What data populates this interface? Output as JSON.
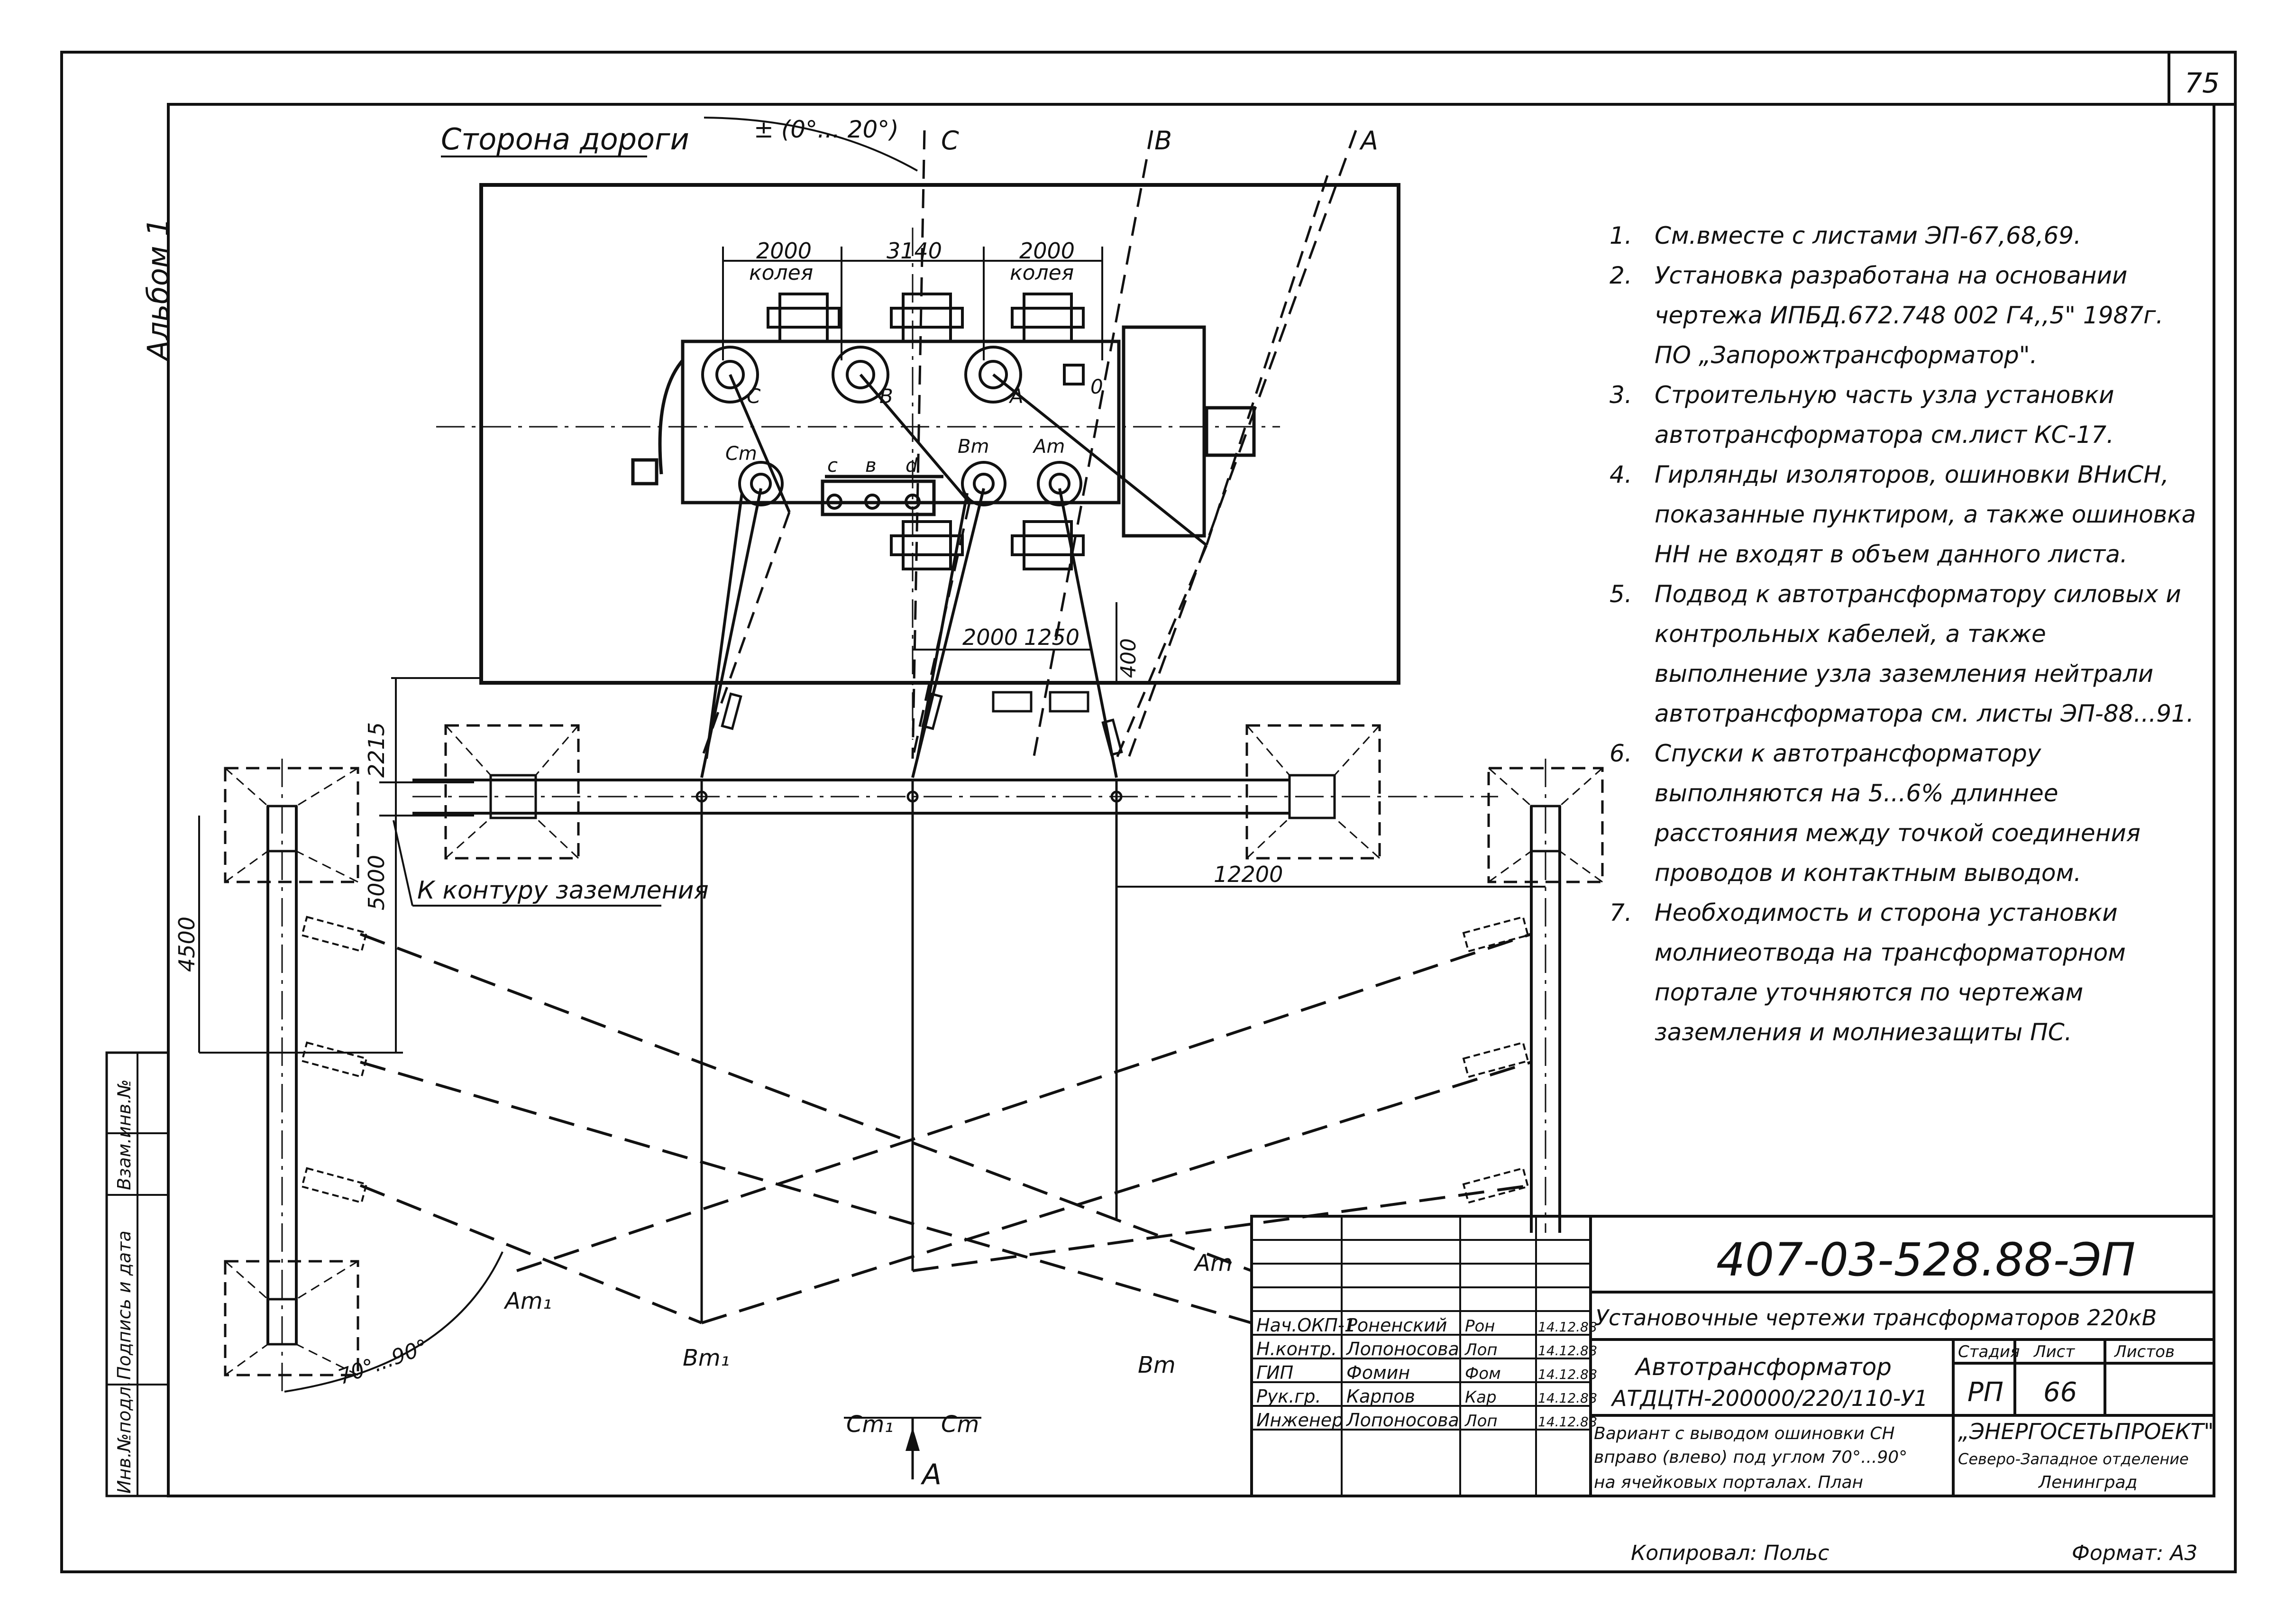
{
  "sheet": {
    "page_number": "75",
    "album_label": "Альбом 1",
    "road_side_label": "Сторона дороги",
    "angle_top": "± (0°... 20°)",
    "angle_bottom": "70°...90°",
    "ground_label": "К контуру заземления",
    "view_letter": "А",
    "copied_by": "Копировал: Польс",
    "format": "Формат: А3"
  },
  "plan": {
    "track_dims": [
      {
        "value": "2000",
        "label": "колея"
      },
      {
        "value": "3140",
        "label": ""
      },
      {
        "value": "2000",
        "label": "колея"
      }
    ],
    "dims": [
      "2000",
      "1250",
      "400",
      "2215",
      "5000",
      "4500",
      "12200"
    ],
    "phase_top": [
      "C",
      "B",
      "A"
    ],
    "bushings_hv": [
      "C",
      "B",
      "A",
      "0"
    ],
    "bushings_mv": [
      "Cm",
      "c",
      "в",
      "d",
      "Bm",
      "Am"
    ],
    "bottom_labels": [
      "Am",
      "Am₁",
      "Bm₁",
      "Bm",
      "Cm₁",
      "Cm"
    ]
  },
  "notes": [
    {
      "num": "1.",
      "text": "См.вместе с листами ЭП-67,68,69."
    },
    {
      "num": "2.",
      "text": "Установка разработана на основании чертежа ИПБД.672.748 002 Г4,,5\" 1987г. ПО „Запорожтрансформатор\"."
    },
    {
      "num": "3.",
      "text": "Строительную часть узла установки автотрансформатора см.лист КС-17."
    },
    {
      "num": "4.",
      "text": "Гирлянды изоляторов, ошиновки ВНиСН, показанные пунктиром, а также ошиновка НН не входят в объем данного листа."
    },
    {
      "num": "5.",
      "text": "Подвод к автотрансформатору силовых и контрольных кабелей, а также выполнение узла заземления нейтрали автотрансформатора см. листы ЭП-88...91."
    },
    {
      "num": "6.",
      "text": "Спуски к автотрансформатору выполняются на 5...6% длиннее расстояния между точкой соединения проводов и контактным выводом."
    },
    {
      "num": "7.",
      "text": "Необходимость и сторона установки молниеотвода на трансформаторном портале уточняются по чертежам заземления и молниезащиты ПС."
    }
  ],
  "side_stamp": [
    "Инв.№подл.",
    "Подпись и дата",
    "Взам.инв.№"
  ],
  "title_block": {
    "code": "407-03-528.88-ЭП",
    "project_title": "Установочные чертежи трансформаторов 220кВ",
    "object_name_1": "Автотрансформатор",
    "object_name_2": "АТДЦТН-200000/220/110-У1",
    "stage_header": "Стадия",
    "sheet_header": "Лист",
    "sheets_header": "Листов",
    "stage": "РП",
    "sheet": "66",
    "sheets": "",
    "description": [
      "Вариант с выводом ошиновки СН",
      "вправо (влево) под углом 70°...90°",
      "на ячейковых порталах. План"
    ],
    "org": [
      "„ЭНЕРГОСЕТЬПРОЕКТ\"",
      "Северо-Западное отделение",
      "Ленинград"
    ],
    "signatures": [
      {
        "role": "Нач.ОКП-1",
        "name": "Роненский",
        "sign": "Рон",
        "date": "14.12.88"
      },
      {
        "role": "Н.контр.",
        "name": "Лопоносова",
        "sign": "Лоп",
        "date": "14.12.88"
      },
      {
        "role": "ГИП",
        "name": "Фомин",
        "sign": "Фом",
        "date": "14.12.88"
      },
      {
        "role": "Рук.гр.",
        "name": "Карпов",
        "sign": "Кар",
        "date": "14.12.88"
      },
      {
        "role": "Инженер",
        "name": "Лопоносова",
        "sign": "Лоп",
        "date": "14.12.88"
      }
    ]
  }
}
